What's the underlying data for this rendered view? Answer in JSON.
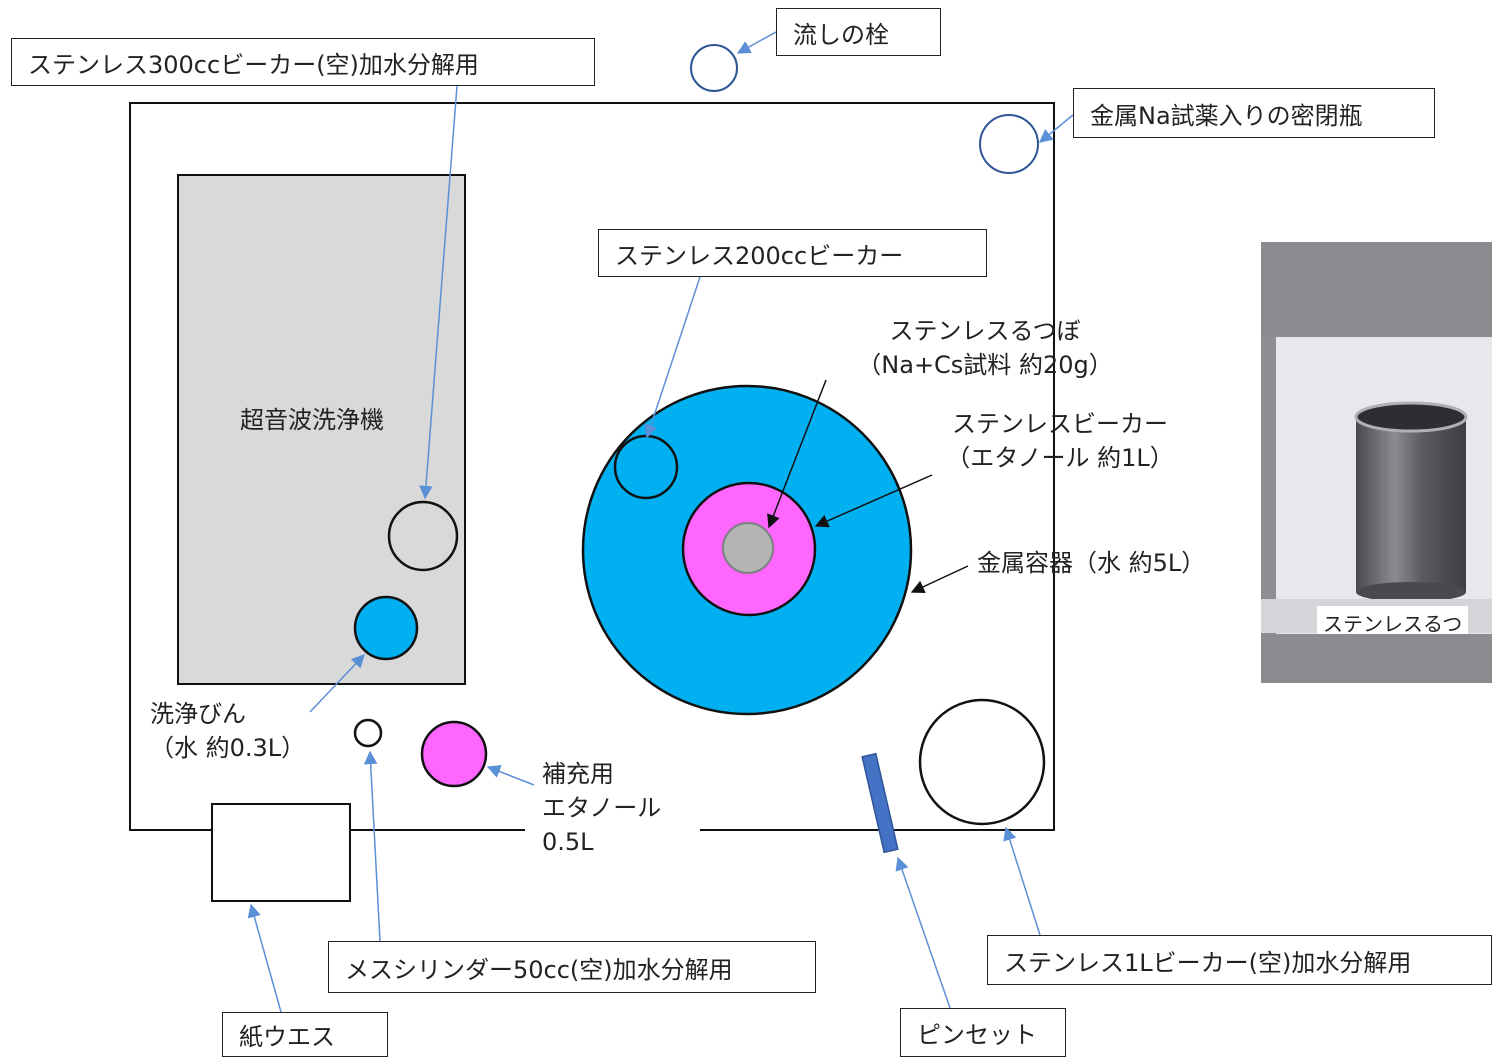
{
  "colors": {
    "cyan": "#00b0f0",
    "magenta": "#ff66ff",
    "gray_fill": "#d9d9d9",
    "arrow_blue": "#5b8fd6",
    "circle_blue": "#2f5597",
    "tweezers": "#4472c4"
  },
  "labels": {
    "sink_plug": "流しの栓",
    "beaker300": "ステンレス300ccビーカー(空)加水分解用",
    "na_bottle": "金属Na試薬入りの密閉瓶",
    "beaker200": "ステンレス200ccビーカー",
    "ultrasonic": "超音波洗浄機",
    "crucible_line1": "ステンレスるつぼ",
    "crucible_line2": "（Na+Cs試料 約20g）",
    "sbeaker_line1": "ステンレスビーカー",
    "sbeaker_line2": "（エタノール 約1L）",
    "metal_container": "金属容器（水 約5L）",
    "wash_bottle_line1": "洗浄びん",
    "wash_bottle_line2": "（水 約0.3L）",
    "ethanol_line1": "補充用",
    "ethanol_line2": "エタノール",
    "ethanol_line3": "0.5L",
    "cylinder": "メスシリンダー50cc(空)加水分解用",
    "paper_waste": "紙ウエス",
    "tweezers": "ピンセット",
    "beaker1l": "ステンレス1Lビーカー(空)加水分解用",
    "photo_caption": "ステンレスるつ"
  }
}
